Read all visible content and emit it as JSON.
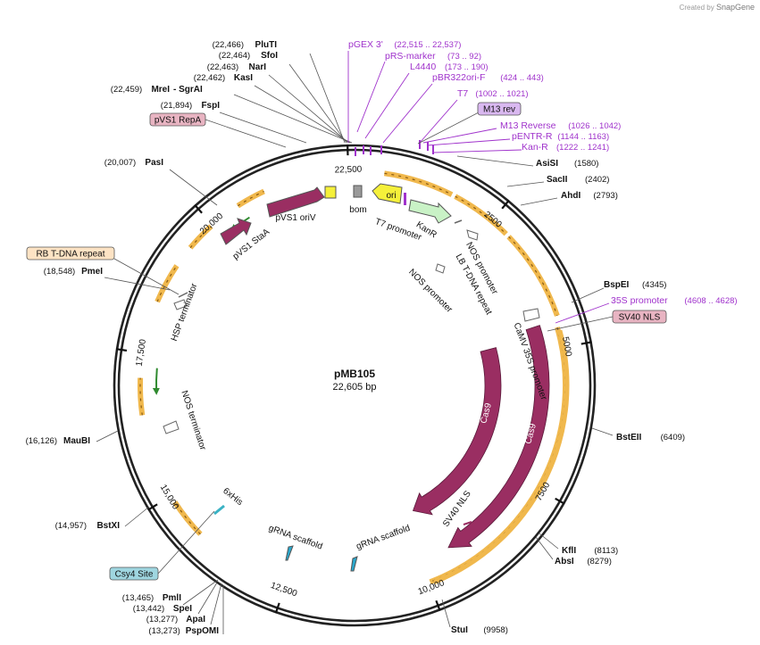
{
  "credit": {
    "prefix": "Created by",
    "brand": "SnapGene"
  },
  "plasmid": {
    "name": "pMB105",
    "length_label": "22,605 bp",
    "length": 22605
  },
  "ticks": [
    "2500",
    "5000",
    "7500",
    "10,000",
    "12,500",
    "15,000",
    "17,500",
    "20,000",
    "22,500"
  ],
  "sites": [
    {
      "name": "PluTI",
      "coord": "(22,466)"
    },
    {
      "name": "SfoI",
      "coord": "(22,464)"
    },
    {
      "name": "NarI",
      "coord": "(22,463)"
    },
    {
      "name": "KasI",
      "coord": "(22,462)"
    },
    {
      "name": "MreI",
      "coord": "(22,459)",
      "extra": "- SgrAI"
    },
    {
      "name": "FspI",
      "coord": "(21,894)"
    },
    {
      "name": "PasI",
      "coord": "(20,007)"
    },
    {
      "name": "PmeI",
      "coord": "(18,548)"
    },
    {
      "name": "MauBI",
      "coord": "(16,126)"
    },
    {
      "name": "BstXI",
      "coord": "(14,957)"
    },
    {
      "name": "PmlI",
      "coord": "(13,465)"
    },
    {
      "name": "SpeI",
      "coord": "(13,442)"
    },
    {
      "name": "ApaI",
      "coord": "(13,277)"
    },
    {
      "name": "PspOMI",
      "coord": "(13,273)"
    },
    {
      "name": "AsiSI",
      "coord": "(1580)"
    },
    {
      "name": "SacII",
      "coord": "(2402)"
    },
    {
      "name": "AhdI",
      "coord": "(2793)"
    },
    {
      "name": "BspEI",
      "coord": "(4345)"
    },
    {
      "name": "BstEII",
      "coord": "(6409)"
    },
    {
      "name": "KflI",
      "coord": "(8113)"
    },
    {
      "name": "AbsI",
      "coord": "(8279)"
    },
    {
      "name": "StuI",
      "coord": "(9958)"
    }
  ],
  "primers": [
    {
      "name": "pGEX 3'",
      "range": "(22,515 .. 22,537)"
    },
    {
      "name": "pRS-marker",
      "range": "(73 .. 92)"
    },
    {
      "name": "L4440",
      "range": "(173 .. 190)"
    },
    {
      "name": "pBR322ori-F",
      "range": "(424 .. 443)"
    },
    {
      "name": "T7",
      "range": "(1002 .. 1021)"
    },
    {
      "name": "M13 Reverse",
      "range": "(1026 .. 1042)"
    },
    {
      "name": "pENTR-R",
      "range": "(1144 .. 1163)"
    },
    {
      "name": "Kan-R",
      "range": "(1222 .. 1241)"
    },
    {
      "name": "35S promoter",
      "range": "(4608 .. 4628)"
    }
  ],
  "boxed_labels": [
    {
      "name": "pVS1 RepA"
    },
    {
      "name": "RB T-DNA repeat"
    },
    {
      "name": "Csy4 Site"
    },
    {
      "name": "M13 rev"
    },
    {
      "name": "SV40 NLS"
    }
  ],
  "features": [
    {
      "name": "pVS1 oriV"
    },
    {
      "name": "bom"
    },
    {
      "name": "ori"
    },
    {
      "name": "KanR"
    },
    {
      "name": "T7 promoter"
    },
    {
      "name": "NOS promoter",
      "id": "a"
    },
    {
      "name": "LB T-DNA repeat"
    },
    {
      "name": "NOS promoter",
      "id": "b"
    },
    {
      "name": "pVS1 StaA"
    },
    {
      "name": "HSP terminator"
    },
    {
      "name": "CaMV 35S promoter"
    },
    {
      "name": "Cas9",
      "id": "inner"
    },
    {
      "name": "Cas9",
      "id": "outer"
    },
    {
      "name": "SV40 NLS",
      "id": "inner"
    },
    {
      "name": "NOS terminator"
    },
    {
      "name": "6xHis"
    },
    {
      "name": "gRNA scaffold",
      "id": "a"
    },
    {
      "name": "gRNA scaffold",
      "id": "b"
    }
  ],
  "colors": {
    "backbone": "#222222",
    "cas9": "#9a2e62",
    "orange": "#f0b84d",
    "green_arrow": "#2f8a2f",
    "primer": "#a033cc",
    "kanr": "#c9f2c6",
    "ori": "#f5f03a",
    "bom": "#9a9a9a",
    "outline": "#444444",
    "repa_box": "#e8b4c2",
    "rb_box": "#fde3c4",
    "csy4_box": "#9fd6e0",
    "m13_box": "#d9b8f0",
    "sv40_box": "#e8b4c2"
  }
}
